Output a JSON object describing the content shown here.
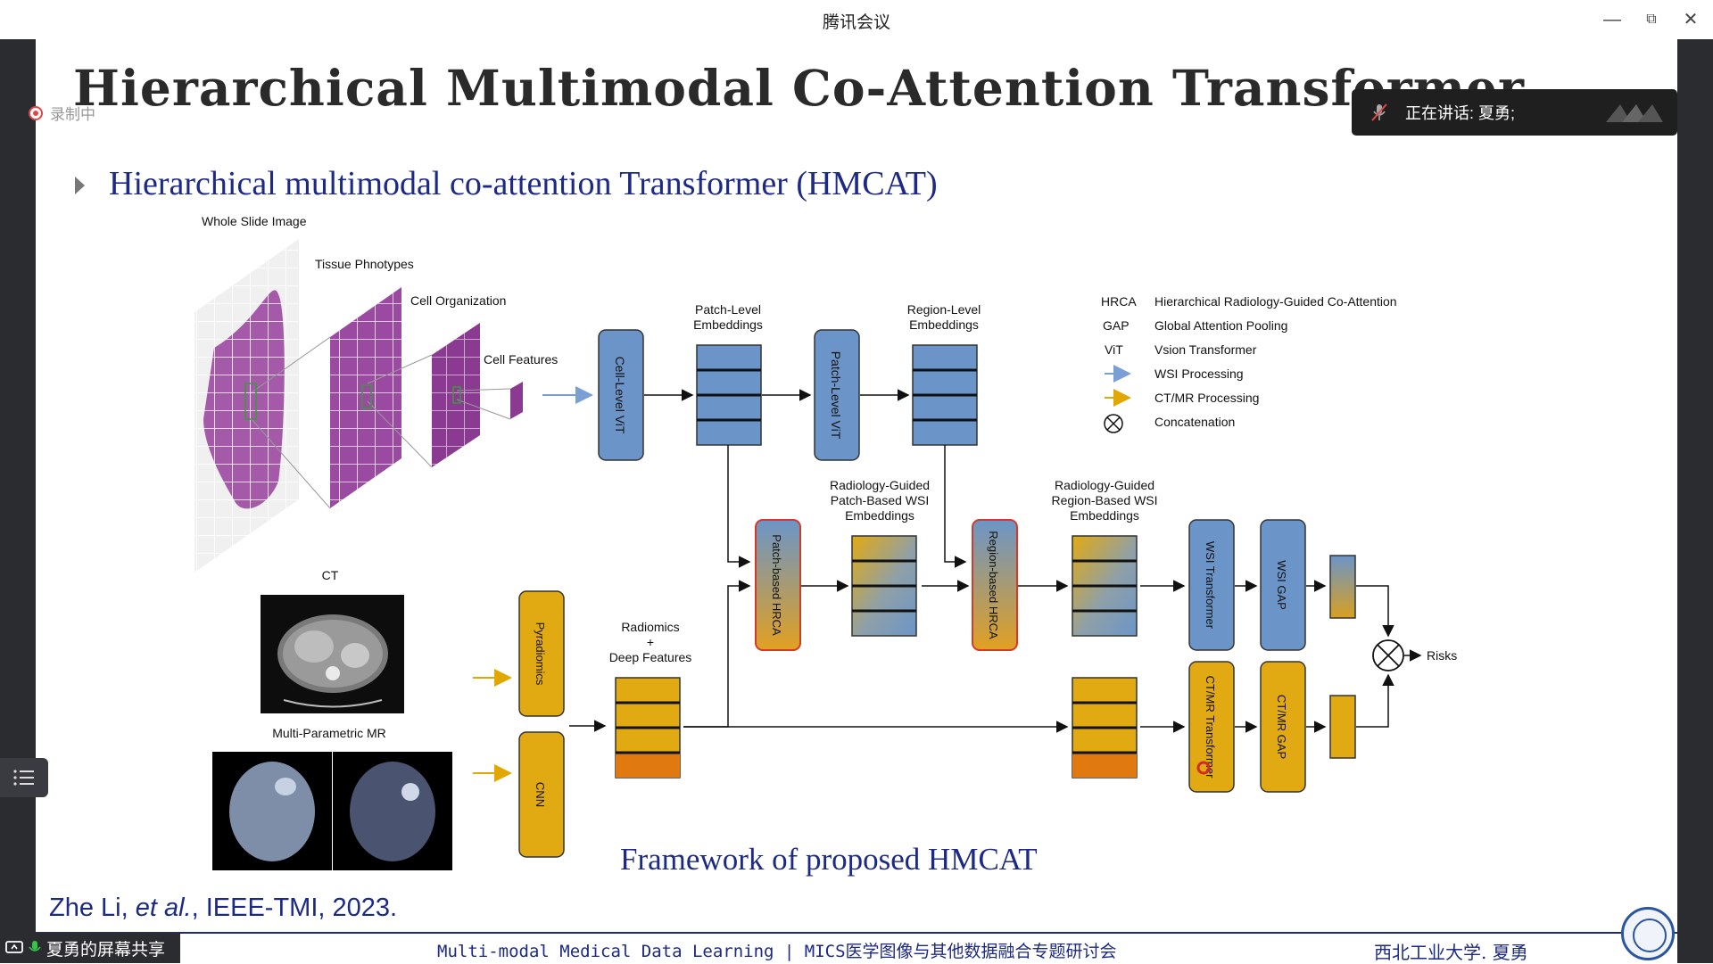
{
  "window": {
    "app_title": "腾讯会议"
  },
  "recording": {
    "label": "录制中"
  },
  "speaker": {
    "label": "正在讲话: 夏勇;"
  },
  "slide": {
    "title": "Hierarchical Multimodal Co-Attention Transformer",
    "subtitle": "Hierarchical multimodal co-attention Transformer (HMCAT)",
    "caption": "Framework of proposed HMCAT",
    "citation": {
      "author": "Zhe Li, ",
      "etal": "et al.",
      "rest": ", IEEE-TMI, 2023."
    },
    "footer_center": "Multi-modal Medical Data Learning  | MICS医学图像与其他数据融合专题研讨会",
    "footer_right": "西北工业大学. 夏勇"
  },
  "diagram": {
    "labels": {
      "wsi": "Whole Slide Image",
      "tissue": "Tissue Phnotypes",
      "cellorg": "Cell Organization",
      "cellfeat": "Cell Features",
      "patch_emb_1": "Patch-Level",
      "patch_emb_2": "Embeddings",
      "region_emb_1": "Region-Level",
      "region_emb_2": "Embeddings",
      "rg_patch_1": "Radiology-Guided",
      "rg_patch_2": "Patch-Based WSI",
      "rg_patch_3": "Embeddings",
      "rg_region_1": "Radiology-Guided",
      "rg_region_2": "Region-Based WSI",
      "rg_region_3": "Embeddings",
      "ct": "CT",
      "mr": "Multi-Parametric MR",
      "radiomics_1": "Radiomics",
      "radiomics_2": "+",
      "radiomics_3": "Deep Features",
      "risks": "Risks"
    },
    "modules": {
      "cell_vit": "Cell-Level ViT",
      "patch_vit": "Patch-Level ViT",
      "patch_hrca": "Patch-based HRCA",
      "region_hrca": "Region-based HRCA",
      "wsi_transformer": "WSI Transformer",
      "wsi_gap": "WSI GAP",
      "ctmr_transformer": "CT/MR Transformer",
      "ctmr_gap": "CT/MR GAP",
      "pyradiomics": "Pyradiomics",
      "cnn": "CNN"
    },
    "legend": [
      {
        "key": "HRCA",
        "value": "Hierarchical Radiology-Guided Co-Attention"
      },
      {
        "key": "GAP",
        "value": "Global Attention Pooling"
      },
      {
        "key": "ViT",
        "value": "Vsion Transformer"
      },
      {
        "key": "",
        "value": "WSI Processing",
        "arrow_color": "#7a9fd4"
      },
      {
        "key": "",
        "value": "CT/MR Processing",
        "arrow_color": "#e0a800"
      },
      {
        "key": "",
        "value": "Concatenation"
      }
    ],
    "colors": {
      "wsi_blue": "#6b95c8",
      "ct_yellow": "#e2aa12",
      "ct_orange": "#e07a10",
      "hrca_border": "#d43a2a"
    }
  },
  "taskbar": {
    "share_label": "夏勇的屏幕共享"
  }
}
